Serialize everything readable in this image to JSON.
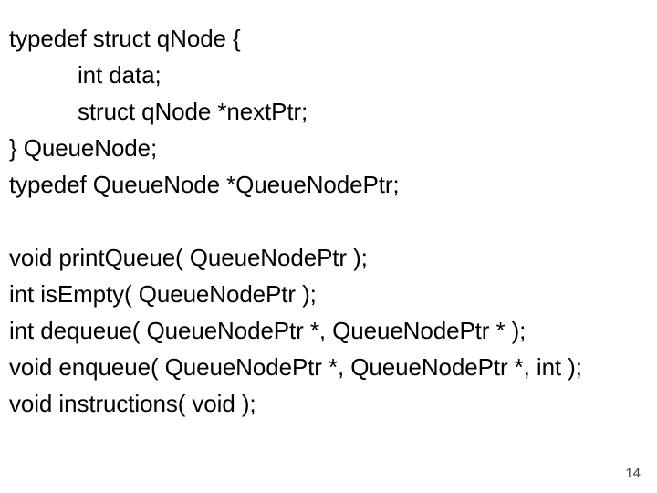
{
  "slide": {
    "background_color": "#ffffff",
    "text_color": "#000000",
    "page_number": "14",
    "code_lines": [
      {
        "text": "typedef struct qNode {",
        "indent": 0
      },
      {
        "text": "int data;",
        "indent": 1
      },
      {
        "text": "struct qNode *nextPtr;",
        "indent": 1
      },
      {
        "text": "} QueueNode;",
        "indent": 0
      },
      {
        "text": "typedef QueueNode *QueueNodePtr;",
        "indent": 0
      },
      {
        "text": "",
        "indent": 0
      },
      {
        "text": "void printQueue( QueueNodePtr );",
        "indent": 0
      },
      {
        "text": "int isEmpty( QueueNodePtr );",
        "indent": 0
      },
      {
        "text": "int dequeue( QueueNodePtr *, QueueNodePtr * );",
        "indent": 0
      },
      {
        "text": "void enqueue( QueueNodePtr *, QueueNodePtr *, int );",
        "indent": 0
      },
      {
        "text": "void instructions( void );",
        "indent": 0
      }
    ]
  }
}
